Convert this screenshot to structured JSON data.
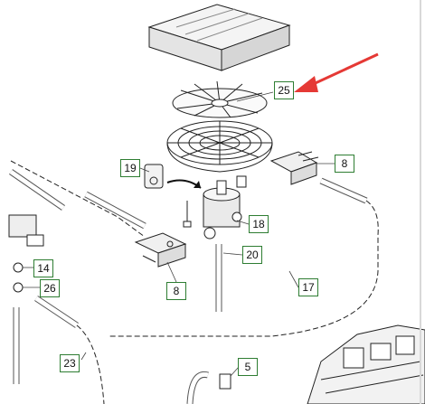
{
  "diagram": {
    "callouts": {
      "c25": "25",
      "c8a": "8",
      "c19": "19",
      "c18": "18",
      "c20": "20",
      "c14": "14",
      "c26": "26",
      "c8b": "8",
      "c17": "17",
      "c23": "23",
      "c5": "5"
    },
    "colors": {
      "callout_border": "#2e7d32",
      "arrow": "#e53935",
      "line_art": "#222222"
    }
  }
}
